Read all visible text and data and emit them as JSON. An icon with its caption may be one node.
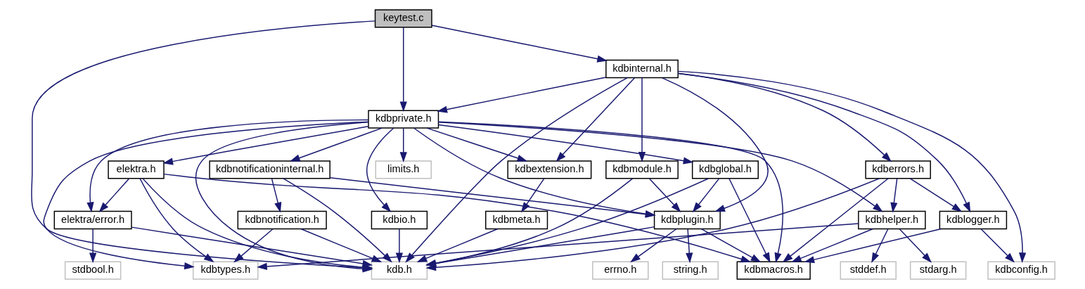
{
  "diagram": {
    "nodes": [
      {
        "text": [
          "keytest.c"
        ]
      },
      {
        "text": [
          "kdbinternal.h"
        ]
      },
      {
        "text": [
          "kdbprivate.h"
        ]
      },
      {
        "text": [
          "kdberrors.h"
        ]
      },
      {
        "text": [
          "elektra.h"
        ]
      },
      {
        "text": [
          "kdbnotificationinternal.h"
        ]
      },
      {
        "text": [
          "kdbglobal.h"
        ]
      },
      {
        "text": [
          "kdbmodule.h"
        ]
      },
      {
        "text": [
          "kdbextension.h"
        ]
      },
      {
        "text": [
          "limits.h"
        ]
      },
      {
        "text": [
          "kdblogger.h"
        ]
      },
      {
        "text": [
          "kdbhelper.h"
        ]
      },
      {
        "text": [
          "elektra/error.h"
        ]
      },
      {
        "text": [
          "kdbnotification.h"
        ]
      },
      {
        "text": [
          "kdbplugin.h"
        ]
      },
      {
        "text": [
          "kdbmeta.h"
        ]
      },
      {
        "text": [
          "kdbio.h"
        ]
      },
      {
        "text": [
          "kdbconfig.h"
        ]
      },
      {
        "text": [
          "stdarg.h"
        ]
      },
      {
        "text": [
          "stddef.h"
        ]
      },
      {
        "text": [
          "kdbmacros.h"
        ]
      },
      {
        "text": [
          "kdbtypes.h"
        ]
      },
      {
        "text": [
          "stdbool.h"
        ]
      },
      {
        "text": [
          "string.h"
        ]
      },
      {
        "text": [
          "errno.h"
        ]
      },
      {
        "text": [
          "kdb.h"
        ]
      }
    ],
    "edges": [
      {
        "from": 0,
        "to": 1,
        "arrow": "to"
      },
      {
        "from": 0,
        "to": 2,
        "arrow": "to"
      },
      {
        "from": 0,
        "to": 25,
        "arrow": "to"
      },
      {
        "from": 1,
        "to": 2,
        "arrow": "to"
      },
      {
        "from": 1,
        "to": 17,
        "arrow": "to"
      },
      {
        "from": 1,
        "to": 10,
        "arrow": "to"
      },
      {
        "from": 1,
        "to": 3,
        "arrow": "to"
      },
      {
        "from": 1,
        "to": 14,
        "arrow": "to"
      },
      {
        "from": 1,
        "to": 7,
        "arrow": "to"
      },
      {
        "from": 1,
        "to": 8,
        "arrow": "to"
      },
      {
        "from": 1,
        "to": 25,
        "arrow": "to"
      },
      {
        "from": 2,
        "to": 11,
        "arrow": "to"
      },
      {
        "from": 2,
        "to": 20,
        "arrow": "to"
      },
      {
        "from": 2,
        "to": 4,
        "arrow": "to"
      },
      {
        "from": 2,
        "to": 21,
        "arrow": "to"
      },
      {
        "from": 2,
        "to": 12,
        "arrow": "to"
      },
      {
        "from": 2,
        "to": 5,
        "arrow": "to"
      },
      {
        "from": 2,
        "to": 6,
        "arrow": "to"
      },
      {
        "from": 2,
        "to": 14,
        "arrow": "to"
      },
      {
        "from": 2,
        "to": 8,
        "arrow": "to"
      },
      {
        "from": 2,
        "to": 9,
        "arrow": "to"
      },
      {
        "from": 2,
        "to": 16,
        "arrow": "to"
      },
      {
        "from": 2,
        "to": 25,
        "arrow": "to"
      },
      {
        "from": 3,
        "to": 10,
        "arrow": "to"
      },
      {
        "from": 3,
        "to": 11,
        "arrow": "to"
      },
      {
        "from": 3,
        "to": 20,
        "arrow": "to"
      },
      {
        "from": 3,
        "to": 25,
        "arrow": "to"
      },
      {
        "from": 4,
        "to": 20,
        "arrow": "to"
      },
      {
        "from": 4,
        "to": 21,
        "arrow": "to"
      },
      {
        "from": 4,
        "to": 12,
        "arrow": "to"
      },
      {
        "from": 4,
        "to": 25,
        "arrow": "to"
      },
      {
        "from": 5,
        "to": 13,
        "arrow": "to"
      },
      {
        "from": 5,
        "to": 14,
        "arrow": "to"
      },
      {
        "from": 5,
        "to": 25,
        "arrow": "to"
      },
      {
        "from": 6,
        "to": 20,
        "arrow": "to"
      },
      {
        "from": 6,
        "to": 14,
        "arrow": "to"
      },
      {
        "from": 6,
        "to": 25,
        "arrow": "to"
      },
      {
        "from": 7,
        "to": 14,
        "arrow": "to"
      },
      {
        "from": 7,
        "to": 25,
        "arrow": "to"
      },
      {
        "from": 8,
        "to": 15,
        "arrow": "to"
      },
      {
        "from": 10,
        "to": 17,
        "arrow": "to"
      },
      {
        "from": 10,
        "to": 20,
        "arrow": "to"
      },
      {
        "from": 11,
        "to": 18,
        "arrow": "to"
      },
      {
        "from": 11,
        "to": 19,
        "arrow": "to"
      },
      {
        "from": 11,
        "to": 20,
        "arrow": "to"
      },
      {
        "from": 11,
        "to": 21,
        "arrow": "to"
      },
      {
        "from": 12,
        "to": 22,
        "arrow": "to"
      },
      {
        "from": 12,
        "to": 25,
        "arrow": "to"
      },
      {
        "from": 13,
        "to": 21,
        "arrow": "to"
      },
      {
        "from": 13,
        "to": 25,
        "arrow": "to"
      },
      {
        "from": 14,
        "to": 20,
        "arrow": "to"
      },
      {
        "from": 14,
        "to": 23,
        "arrow": "to"
      },
      {
        "from": 14,
        "to": 24,
        "arrow": "to"
      },
      {
        "from": 14,
        "to": 25,
        "arrow": "to"
      },
      {
        "from": 15,
        "to": 25,
        "arrow": "to"
      },
      {
        "from": 16,
        "to": 25,
        "arrow": "to"
      }
    ]
  }
}
